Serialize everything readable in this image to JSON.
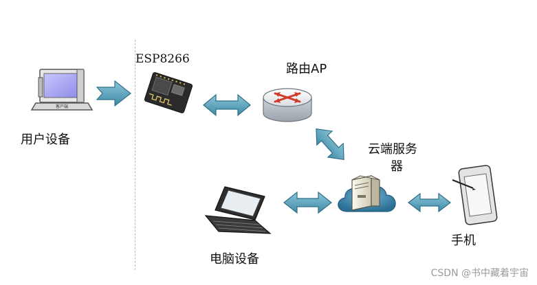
{
  "nodes": {
    "user_device": "用户设备",
    "client_screen_text": "客户端",
    "esp8266": "ESP8266",
    "router": "路由AP",
    "cloud_server_line1": "云端服务",
    "cloud_server_line2": "器",
    "pc_device": "电脑设备",
    "phone": "手机"
  },
  "watermark": "CSDN @书中藏着宇宙",
  "colors": {
    "arrow_fill": "#5fa9c2",
    "arrow_edge": "#2f6f86",
    "cloud_fill": "#3f8fb5",
    "router_red": "#d23b2a"
  }
}
